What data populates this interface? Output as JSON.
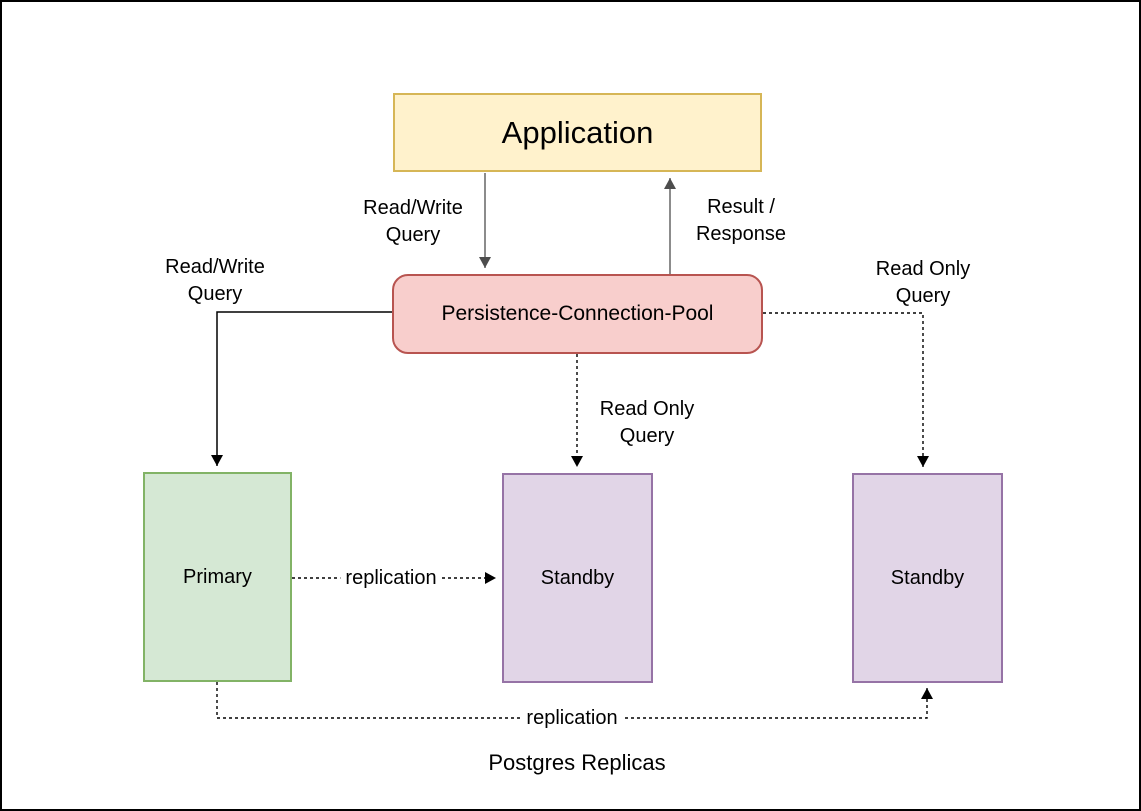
{
  "nodes": {
    "application": {
      "label": "Application",
      "fill": "#FFF2CC",
      "border": "#D6B656"
    },
    "pool": {
      "label": "Persistence-Connection-Pool",
      "fill": "#F8CECC",
      "border": "#B85450"
    },
    "primary": {
      "label": "Primary",
      "fill": "#D5E8D4",
      "border": "#82B366"
    },
    "standby_mid": {
      "label": "Standby",
      "fill": "#E1D5E7",
      "border": "#9673A6"
    },
    "standby_right": {
      "label": "Standby",
      "fill": "#E1D5E7",
      "border": "#9673A6"
    }
  },
  "edge_labels": {
    "app_to_pool": "Read/Write\nQuery",
    "pool_to_app": "Result /\nResponse",
    "pool_to_primary": "Read/Write\nQuery",
    "pool_to_standby_mid": "Read Only\nQuery",
    "pool_to_standby_right": "Read Only\nQuery",
    "primary_to_standby_mid": "replication",
    "primary_to_standby_right": "replication"
  },
  "caption": "Postgres Replicas",
  "colors": {
    "canvas_bg": "#ffffff",
    "frame_border": "#000000",
    "solid_edge_gray": "#666666",
    "edge_black": "#000000",
    "text": "#000000"
  }
}
